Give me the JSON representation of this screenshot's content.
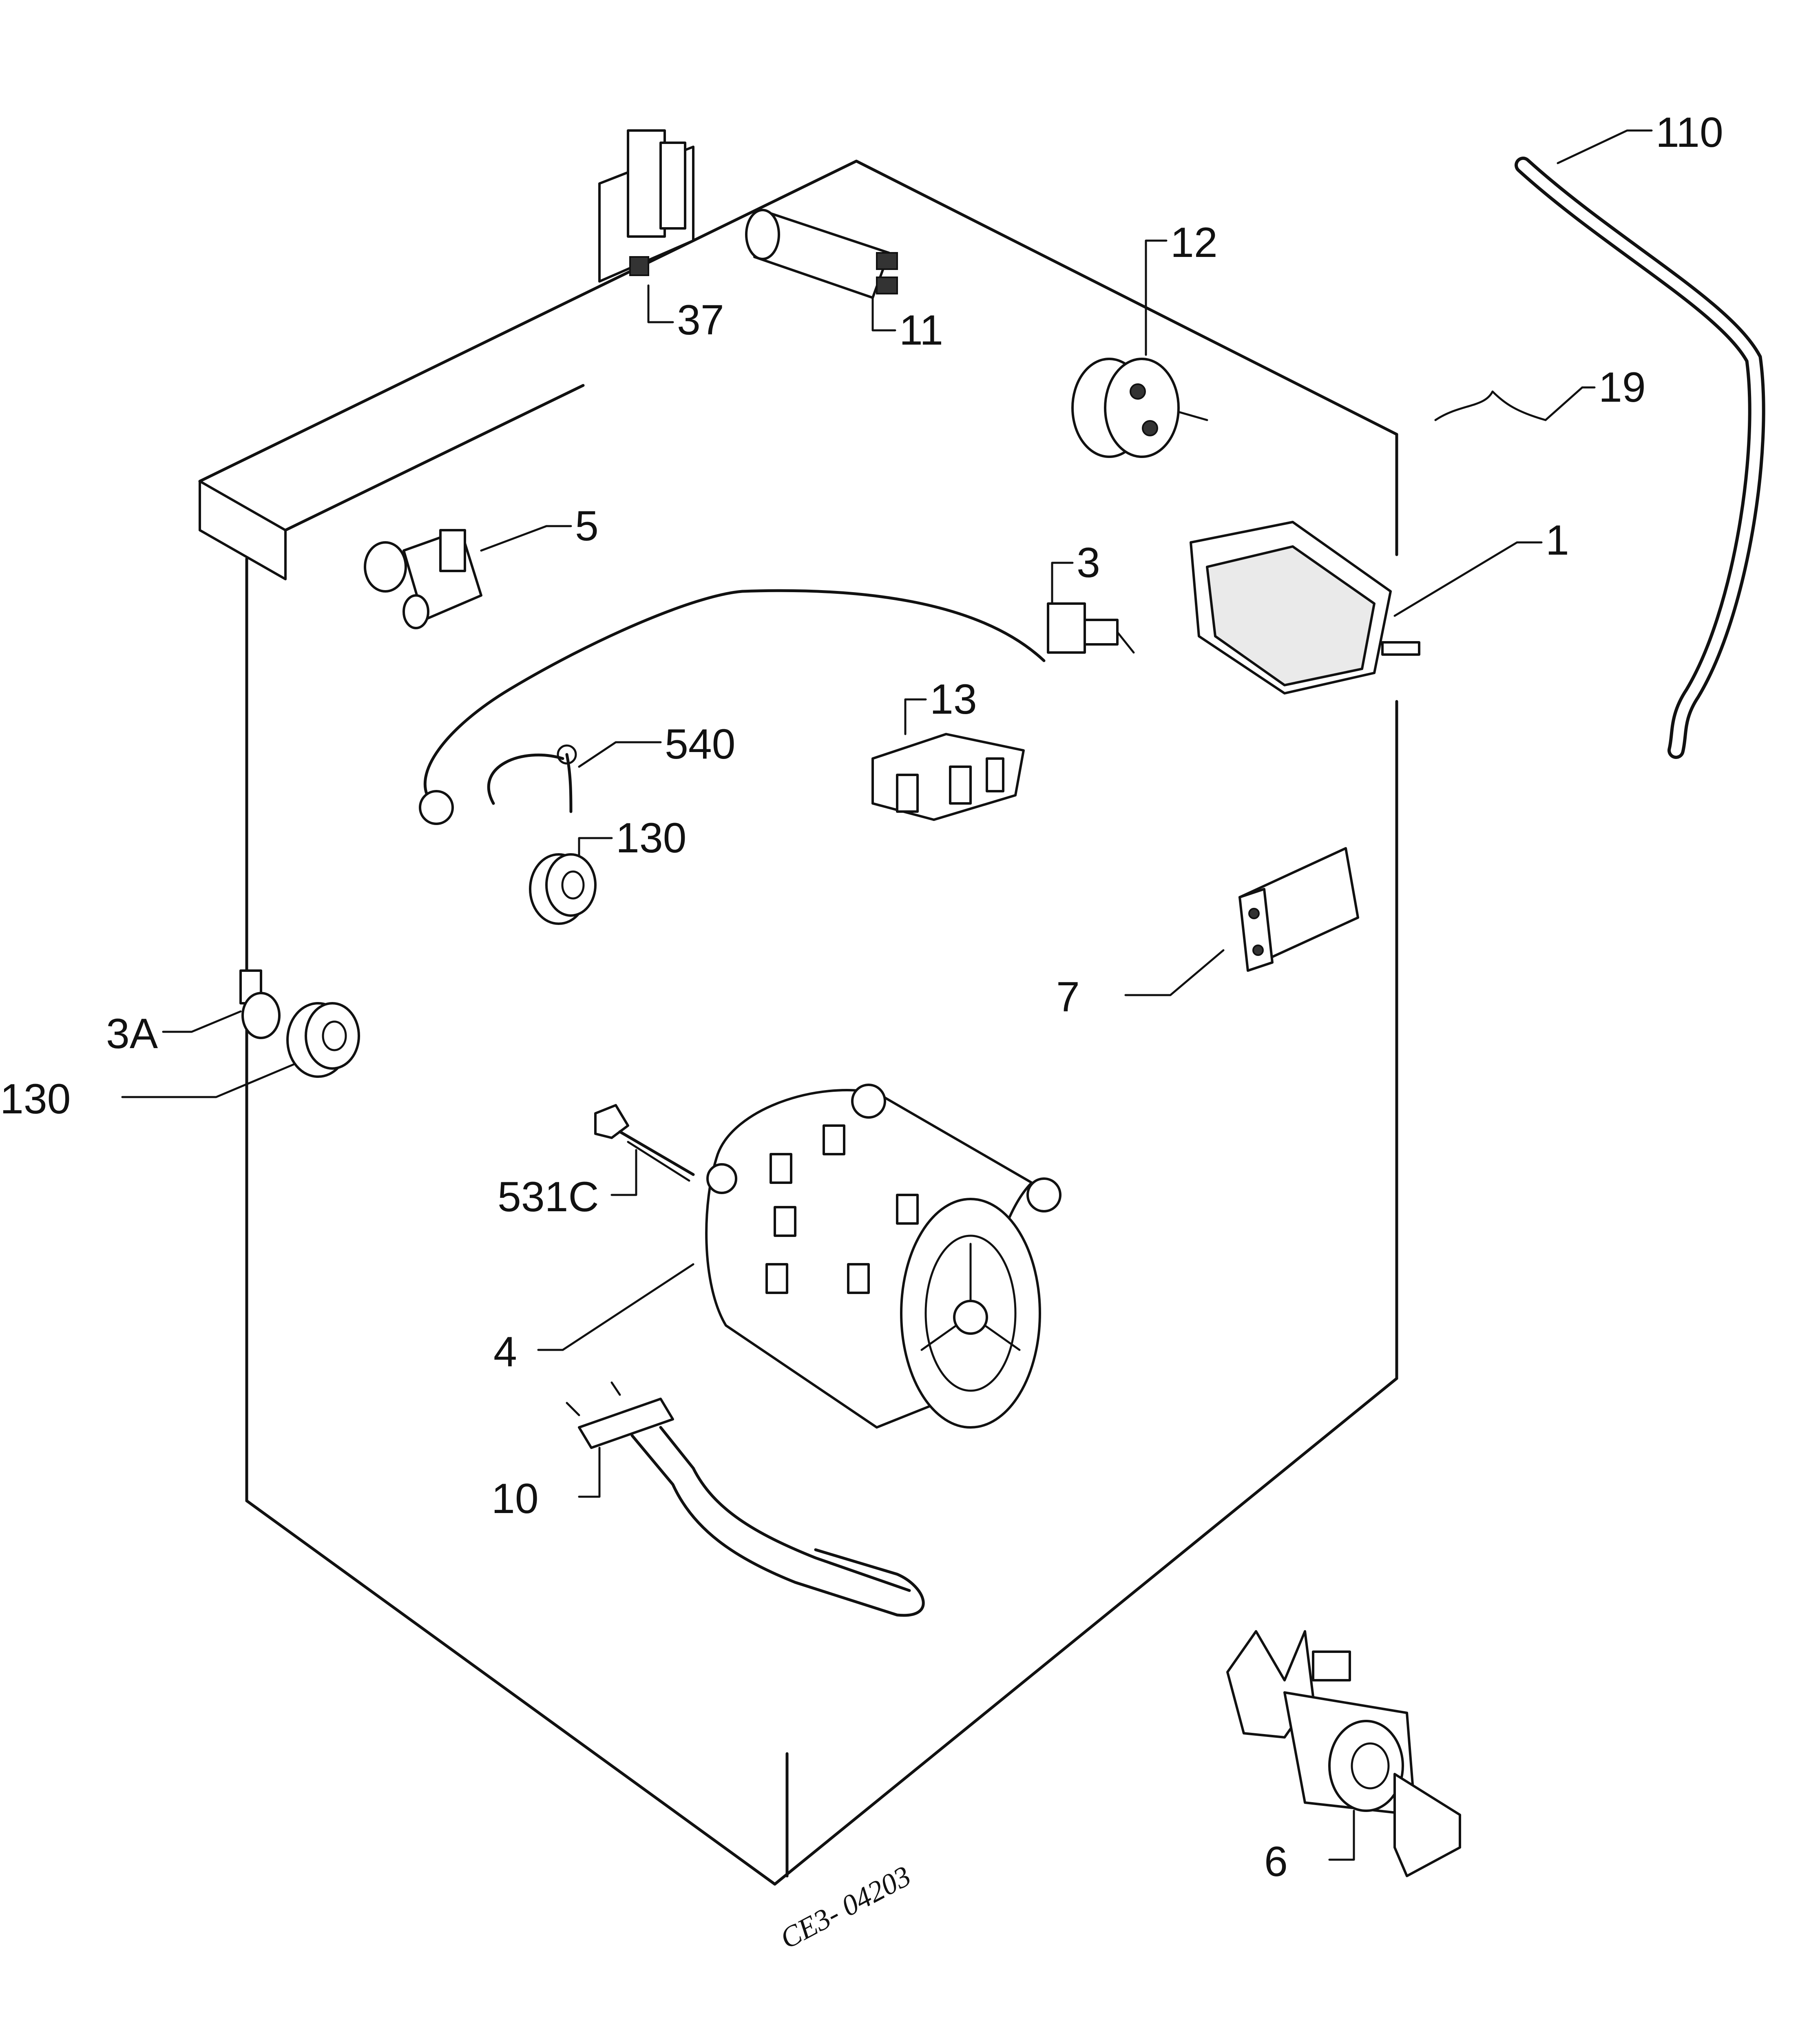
{
  "diagram": {
    "drawing_code": "CE3- 04203",
    "callouts": {
      "c110": "110",
      "c12": "12",
      "c37": "37",
      "c11": "11",
      "c19": "19",
      "c5": "5",
      "c1": "1",
      "c3": "3",
      "c13": "13",
      "c540": "540",
      "c130a": "130",
      "c7": "7",
      "c3a": "3A",
      "c130b": "130",
      "c531c": "531C",
      "c4": "4",
      "c10": "10",
      "c6": "6"
    }
  }
}
